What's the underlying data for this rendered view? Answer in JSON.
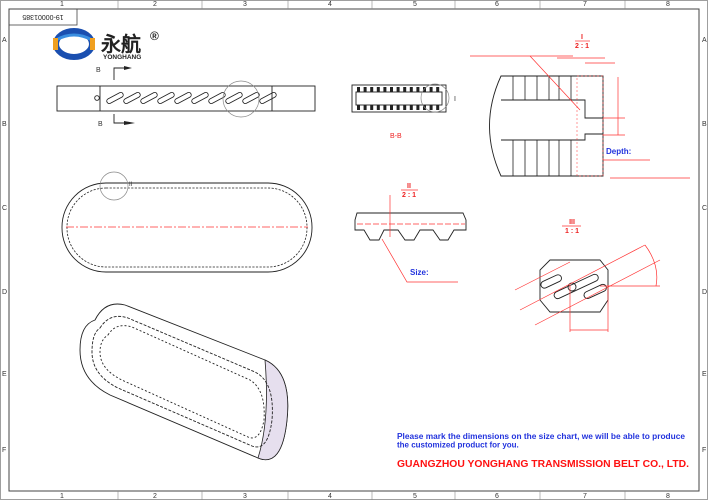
{
  "drawing_number": "19-00001385",
  "logo": {
    "chinese": "永航",
    "english": "YONGHANG",
    "registered": "®",
    "colors": {
      "blue": "#1a4fb0",
      "orange": "#f0a020"
    }
  },
  "grid": {
    "columns": [
      "1",
      "2",
      "3",
      "4",
      "5",
      "6",
      "7",
      "8"
    ],
    "rows": [
      "A",
      "B",
      "C",
      "D",
      "E",
      "F"
    ]
  },
  "section_marker": "B",
  "section_view_label": "B-B",
  "detail_i": {
    "label": "I",
    "scale": "2 : 1",
    "annotation": "Depth:"
  },
  "detail_ii": {
    "label": "II",
    "scale": "2 : 1",
    "annotation": "Size:"
  },
  "detail_iii": {
    "label": "III",
    "scale": "1 : 1"
  },
  "note": "Please mark the dimensions on the size chart, we will be able to produce the customized product for you.",
  "company": "GUANGZHOU YONGHANG TRANSMISSION BELT CO., LTD.",
  "colors": {
    "dimension": "#ff3333",
    "note": "#2233dd",
    "company": "#ff1111"
  }
}
